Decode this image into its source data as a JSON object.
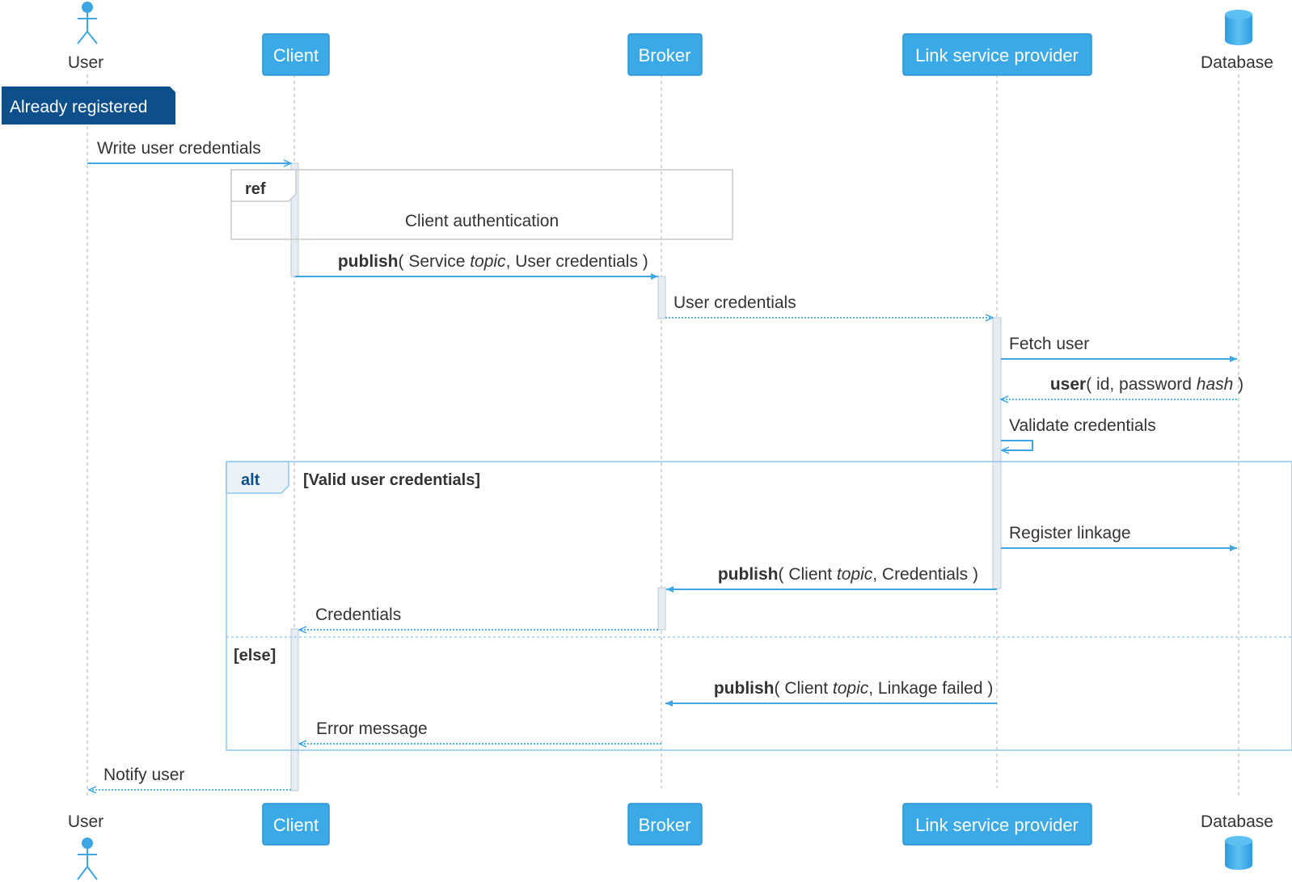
{
  "participants": {
    "user": "User",
    "client": "Client",
    "broker": "Broker",
    "lsp": "Link service provider",
    "database": "Database"
  },
  "note": {
    "label": "Already registered"
  },
  "ref_frame": {
    "tag": "ref",
    "text": "Client authentication"
  },
  "alt_frame": {
    "tag": "alt",
    "guard_valid": "[Valid user credentials]",
    "guard_else": "[else]"
  },
  "messages": {
    "write_credentials": "Write user credentials",
    "publish_service": {
      "fn": "publish",
      "open": "( Service ",
      "topic": "topic",
      "rest": ", User credentials )"
    },
    "user_credentials": "User credentials",
    "fetch_user": "Fetch user",
    "user_return": {
      "fn": "user",
      "open": "( id, password ",
      "hash": "hash",
      "close": " )"
    },
    "validate": "Validate credentials",
    "register": "Register linkage",
    "publish_client_creds": {
      "fn": "publish",
      "open": "( Client ",
      "topic": "topic",
      "rest": ", Credentials )"
    },
    "credentials": "Credentials",
    "publish_client_failed": {
      "fn": "publish",
      "open": "( Client ",
      "topic": "topic",
      "rest": ", Linkage failed )"
    },
    "error_message": "Error message",
    "notify_user": "Notify user"
  },
  "colors": {
    "header_fill": "#3aa9e6",
    "header_stroke": "#2b93d1",
    "note_fill": "#0d4f8b",
    "arrow": "#3ea6e3",
    "alt_border": "#8cc8ee",
    "ref_border": "#c8c8c8",
    "lifeline": "#bdbdbd",
    "activation": "#e6ecf2"
  }
}
